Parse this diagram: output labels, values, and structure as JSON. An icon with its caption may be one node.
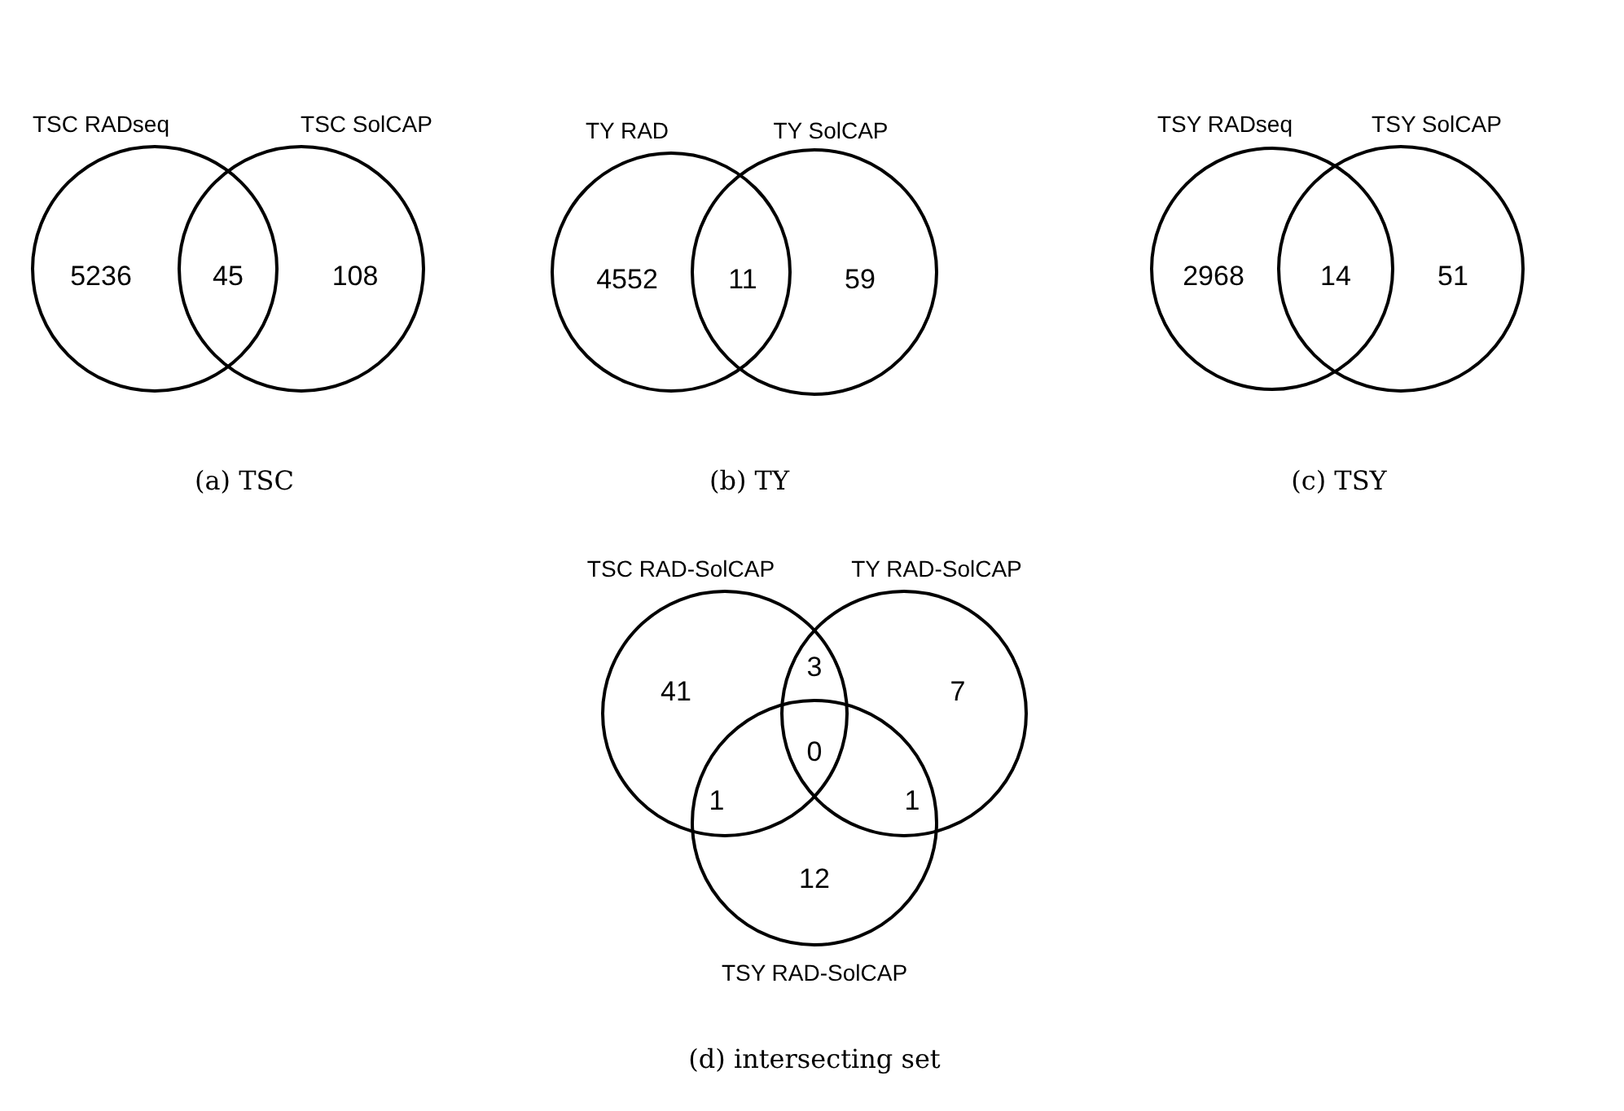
{
  "diagram": {
    "nodes": [
      {
        "text": [
          "TSC RADseq",
          "5236"
        ]
      },
      {
        "text": [
          "TSC SolCAP",
          "108"
        ]
      },
      {
        "text": [
          "TY RAD",
          "4552"
        ]
      },
      {
        "text": [
          "TY SolCAP",
          "59"
        ]
      },
      {
        "text": [
          "TSY RADseq",
          "2968"
        ]
      },
      {
        "text": [
          "TSY SolCAP",
          "51"
        ]
      },
      {
        "text": [
          "TSC RAD-SolCAP",
          "41"
        ]
      },
      {
        "text": [
          "TY RAD-SolCAP",
          "7"
        ]
      },
      {
        "text": [
          "12",
          "TSY RAD-SolCAP"
        ]
      }
    ],
    "labels": [
      "45",
      "11",
      "14",
      "(a) TSC",
      "(b) TY",
      "(c) TSY",
      "3",
      "0",
      "1",
      "1",
      "(d) intersecting set"
    ]
  }
}
